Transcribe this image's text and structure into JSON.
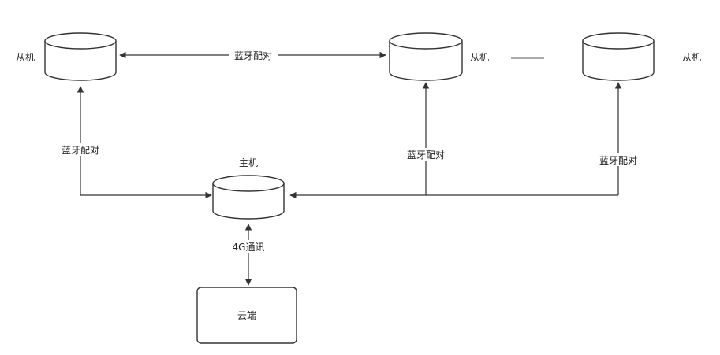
{
  "nodes": {
    "slave_1": "从机",
    "slave_2": "从机",
    "slave_3": "从机",
    "host": "主机",
    "cloud": "云端"
  },
  "edges": {
    "slave1_slave2": "蓝牙配对",
    "host_slave1": "蓝牙配对",
    "host_slave2": "蓝牙配对",
    "host_slave3": "蓝牙配对",
    "host_cloud": "4G通讯"
  },
  "ellipsis": "……"
}
